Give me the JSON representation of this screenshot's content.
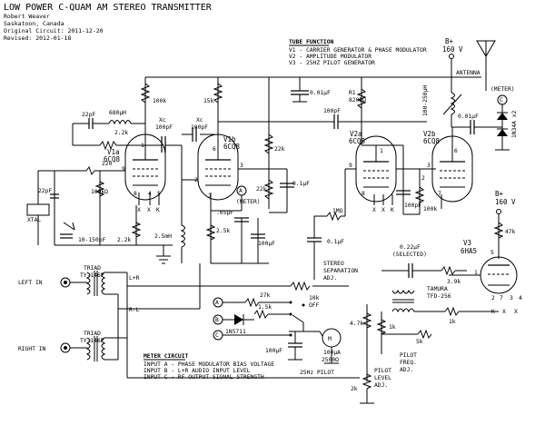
{
  "header": {
    "title": "LOW POWER C-QUAM AM STEREO TRANSMITTER",
    "author": "Robert Weaver",
    "location": "Saskatoon, Canada",
    "original": "Original Circuit: 2011-12-20",
    "revised": "Revised: 2012-01-18"
  },
  "tube_function": {
    "heading": "TUBE FUNCTION",
    "lines": [
      "V1 - CARRIER GENERATOR & PHASE MODULATOR",
      "V2 - AMPLITUDE MODULATOR",
      "V3 - 25HZ PILOT GENERATOR"
    ]
  },
  "meter_circuit": {
    "heading": "METER CIRCUIT",
    "lines": [
      "INPUT A - PHASE MODULATOR BIAS VOLTAGE",
      "INPUT B - L+R AUDIO INPUT LEVEL",
      "INPUT C - RF OUTPUT SIGNAL STRENGTH"
    ]
  },
  "tubes": {
    "v1a_name": "V1a",
    "v1a_type": "6CQ8",
    "v1b_name": "V1b",
    "v1b_type": "6CQ8",
    "v2a_name": "V2a",
    "v2a_type": "6CQ8",
    "v2b_name": "V2b",
    "v2b_type": "6CQ8",
    "v3_name": "V3",
    "v3_type": "6HA5"
  },
  "components": {
    "c22pf_a": "22pF",
    "l680": "680µH",
    "r2k2_a": "2.2k",
    "xc1": "Xc",
    "c100pf_a": "100pF",
    "xc2": "Xc",
    "c100pf_b": "100pF",
    "r100k_a": "100k",
    "r15k": "15k",
    "c001_a": "0.01µF",
    "r1": "R1",
    "r820k": "820kΩ",
    "c100pf_c": "100pF",
    "l100_250": "100-250µH",
    "c001_b": "0.01µF",
    "diode_1n34": "1N34A x2",
    "r220": "220",
    "r100k_b": "100kΩ",
    "c22pf_b": "22pF",
    "xtal": "XTAL",
    "c10_150": "10-150pF",
    "r2k2_b": "2.2k",
    "l2m5": "2.5mH",
    "r22k_a": "22k",
    "r22k_b": "22k",
    "c01_a": "0.1µF",
    "meter_tag": "(METER)",
    "c05": ".05µF",
    "r2k5": "2.5k",
    "c100uf_a": "100µF",
    "r1m": "1MΩ",
    "c01_b": "0.1µF",
    "c100pf_d": "100pF",
    "r100k_c": "100k",
    "r47k": "47k",
    "c022": "0.22µF",
    "selected": "(SELECTED)",
    "r3k9": "3.9k",
    "r1k_a": "1k",
    "r10k": "10k",
    "stereo_adj_1": "STEREO",
    "stereo_adj_2": "SEPARATION",
    "stereo_adj_3": "ADJ.",
    "r27k": "27k",
    "r1k5": "1.5k",
    "diode_1n5711": "1N5711",
    "off": "OFF",
    "c100uf_b": "100µF",
    "meter_rating_1": "100µA",
    "meter_rating_2": "2500Ω",
    "r4k7": "4.7k",
    "r1k_b": "1k",
    "r5k": "5k",
    "pilot_freq_1": "PILOT",
    "pilot_freq_2": "FREQ.",
    "pilot_freq_3": "ADJ.",
    "r2k_c": "2k",
    "pilot_level_1": "PILOT",
    "pilot_level_2": "LEVEL",
    "pilot_level_3": "ADJ.",
    "pilot_25": "25Hz PILOT",
    "tamura_1": "TAMURA",
    "tamura_2": "TFD-256",
    "antenna": "ANTENNA",
    "b_plus": "B+",
    "b_plus_v": "160 V",
    "b_plus_v3": "B+",
    "b_plus_v3_v": "160 V",
    "meter_c": "(METER)",
    "sym_a": "A",
    "sym_b": "B",
    "sym_c": "C",
    "lpr": "L+R",
    "rmr": "R-L",
    "triad_l_1": "TRIAD",
    "triad_l_2": "TY-146P",
    "triad_r_1": "TRIAD",
    "triad_r_2": "TY-146P",
    "left_in": "LEFT IN",
    "right_in": "RIGHT IN",
    "meter_m": "M"
  },
  "pins": {
    "p1": "1",
    "p2": "2",
    "p3": "3",
    "p6": "6",
    "p7": "7",
    "p8": "8",
    "p9": "9",
    "p4": "4",
    "p5": "5",
    "x": "X",
    "k": "K"
  }
}
